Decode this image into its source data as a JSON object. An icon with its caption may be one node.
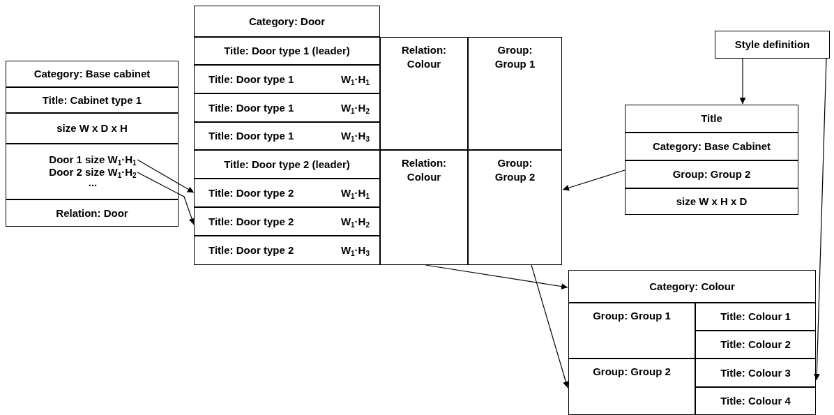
{
  "diagram": {
    "nodes": [
      {
        "text": [
          "Category: Base cabinet"
        ]
      },
      {
        "text": [
          "Title: Cabinet type 1"
        ]
      },
      {
        "text": [
          "size W x D x H"
        ]
      },
      {
        "text": [],
        "shape": "box"
      },
      {
        "text": [
          "Door 1 size W$_{1}$·H$_{1}$"
        ],
        "in": 3
      },
      {
        "text": [
          "Door 2 size W$_{1}$·H$_{2}$"
        ],
        "in": 3
      },
      {
        "text": [
          "Relation: Door"
        ]
      },
      {
        "text": [
          "Category: Door"
        ]
      },
      {
        "text": [
          "Title: Door type 1 (leader)"
        ]
      },
      {
        "text": [
          "Title: Door type 1",
          "W$_{1}$·H$_{1}$"
        ]
      },
      {
        "text": [
          "Title: Door type 1",
          "W$_{1}$·H$_{2}$"
        ]
      },
      {
        "text": [
          "Title: Door type 1",
          "W$_{1}$·H$_{3}$"
        ]
      },
      {
        "text": [
          "Title: Door type 2 (leader)"
        ]
      },
      {
        "text": [
          "Title: Door type 2",
          "W$_{1}$·H$_{1}$"
        ]
      },
      {
        "text": [
          "Title: Door type 2",
          "W$_{1}$·H$_{2}$"
        ]
      },
      {
        "text": [
          "Title: Door type 2",
          "W$_{1}$·H$_{3}$"
        ]
      },
      {
        "text": [
          "Relation: Colour"
        ]
      },
      {
        "text": [
          "Group: Group 1"
        ]
      },
      {
        "text": [
          "Relation: Colour"
        ]
      },
      {
        "text": [
          "Group: Group 2"
        ]
      },
      {
        "text": [
          "Style definition"
        ]
      },
      {
        "text": [
          "Title"
        ]
      },
      {
        "text": [
          "Category: Base Cabinet"
        ]
      },
      {
        "text": [
          "Group: Group 2"
        ]
      },
      {
        "text": [
          "size W x H x D"
        ]
      },
      {
        "text": [
          "Category: Colour"
        ]
      },
      {
        "text": [
          "Group: Group 1"
        ]
      },
      {
        "text": [
          "Title: Colour 1"
        ]
      },
      {
        "text": [
          "Title: Colour 2"
        ]
      },
      {
        "text": [
          "Group: Group 2"
        ]
      },
      {
        "text": [
          "Title: Colour 3"
        ]
      },
      {
        "text": [
          "Title: Colour 4"
        ]
      }
    ],
    "edges": [
      {
        "from": 4,
        "to": 13,
        "arrow": "to"
      },
      {
        "from": 5,
        "to": 14,
        "arrow": "to"
      },
      {
        "from": 20,
        "to": 21,
        "arrow": "to"
      },
      {
        "from": 23,
        "to": 19,
        "arrow": "to"
      },
      {
        "from": 18,
        "to": 25,
        "arrow": "to"
      },
      {
        "from": 19,
        "to": 29,
        "arrow": "to"
      },
      {
        "from": 20,
        "to": 30,
        "arrow": "to"
      }
    ],
    "labels": [
      "..."
    ]
  }
}
